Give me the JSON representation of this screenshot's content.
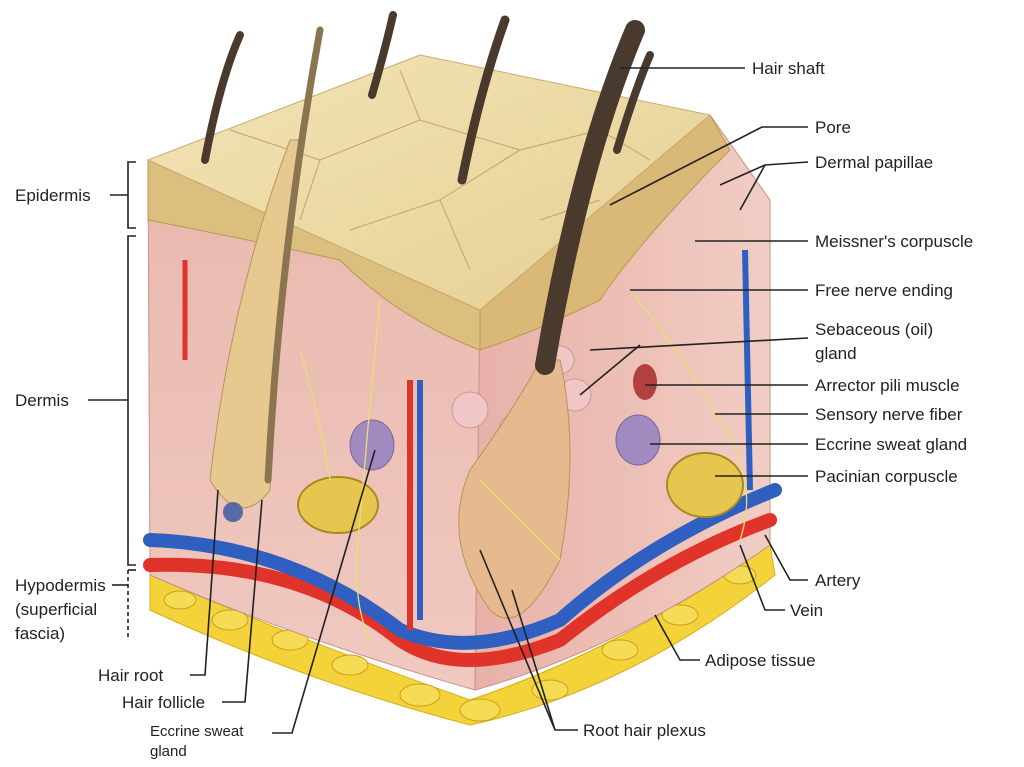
{
  "diagram": {
    "left_labels": {
      "epidermis": "Epidermis",
      "dermis": "Dermis",
      "hypodermis_line1": "Hypodermis",
      "hypodermis_line2": "(superficial",
      "hypodermis_line3": "fascia)"
    },
    "bottom_labels": {
      "hair_root": "Hair root",
      "hair_follicle": "Hair follicle",
      "eccrine_line1": "Eccrine sweat",
      "eccrine_line2": "gland",
      "root_hair_plexus": "Root hair plexus",
      "adipose_tissue": "Adipose tissue"
    },
    "right_labels": {
      "hair_shaft": "Hair shaft",
      "pore": "Pore",
      "dermal_papillae": "Dermal papillae",
      "meissner": "Meissner's corpuscle",
      "free_nerve": "Free nerve ending",
      "sebaceous_line1": "Sebaceous (oil)",
      "sebaceous_line2": "gland",
      "arrector": "Arrector pili muscle",
      "sensory": "Sensory nerve fiber",
      "eccrine": "Eccrine sweat gland",
      "pacinian": "Pacinian corpuscle",
      "artery": "Artery",
      "vein": "Vein"
    },
    "colors": {
      "epidermis_top": "#efdfae",
      "dermis": "#eab5ac",
      "artery": "#e0332a",
      "vein": "#2f5fc0",
      "adipose": "#f3d23a",
      "hair": "#4a3a2e",
      "nerve": "#e8e070"
    }
  }
}
